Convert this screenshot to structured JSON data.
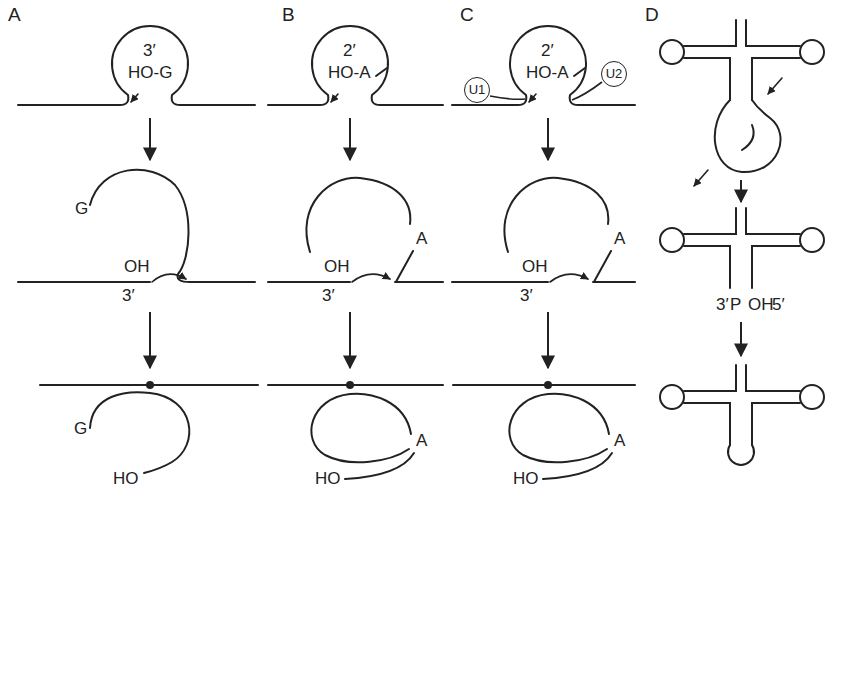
{
  "diagram": {
    "nodes": [
      {
        "text": [
          "U1"
        ]
      },
      {
        "text": [
          "U2"
        ]
      }
    ],
    "labels": [
      "A",
      "3′",
      "HO-G",
      "G",
      "OH",
      "3′",
      "G",
      "HO",
      "B",
      "2′",
      "HO-A",
      "A",
      "OH",
      "3′",
      "A",
      "HO",
      "C",
      "2′",
      "HO-A",
      "A",
      "OH",
      "3′",
      "A",
      "HO",
      "D",
      "3′",
      "P",
      "OH",
      "5′"
    ]
  }
}
